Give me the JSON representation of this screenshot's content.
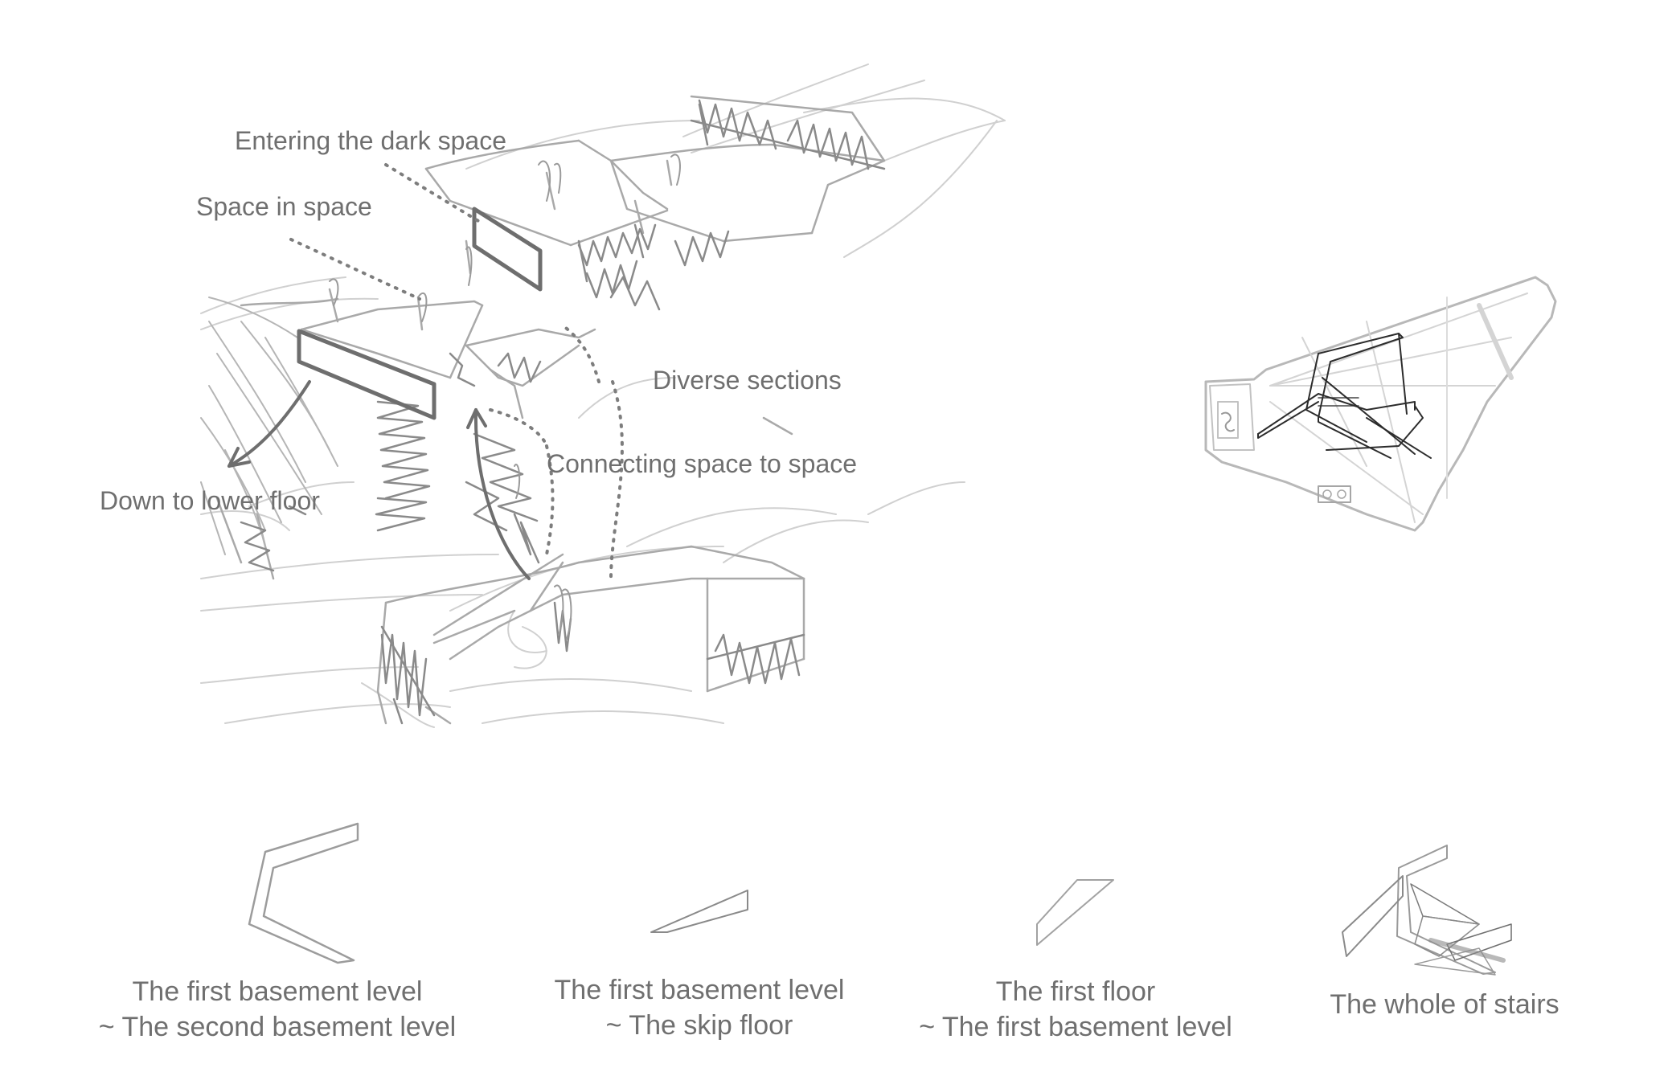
{
  "annotations": {
    "entering": "Entering the dark space",
    "space_in_space": "Space in space",
    "diverse": "Diverse sections",
    "connecting": "Connecting space to space",
    "down": "Down to lower floor"
  },
  "captions": [
    {
      "line1": "The first basement level",
      "line2": "~ The second basement level"
    },
    {
      "line1": "The first basement level",
      "line2": "~ The skip floor"
    },
    {
      "line1": "The first floor",
      "line2": "~ The first basement level"
    },
    {
      "line1": "The whole of stairs",
      "line2": ""
    }
  ],
  "colors": {
    "sketch_light": "#c8c8c8",
    "sketch_mid": "#a4a4a4",
    "sketch_dark": "#6e6e6e",
    "text": "#6f6f6f",
    "plan_blue": "#cfd8ea"
  }
}
